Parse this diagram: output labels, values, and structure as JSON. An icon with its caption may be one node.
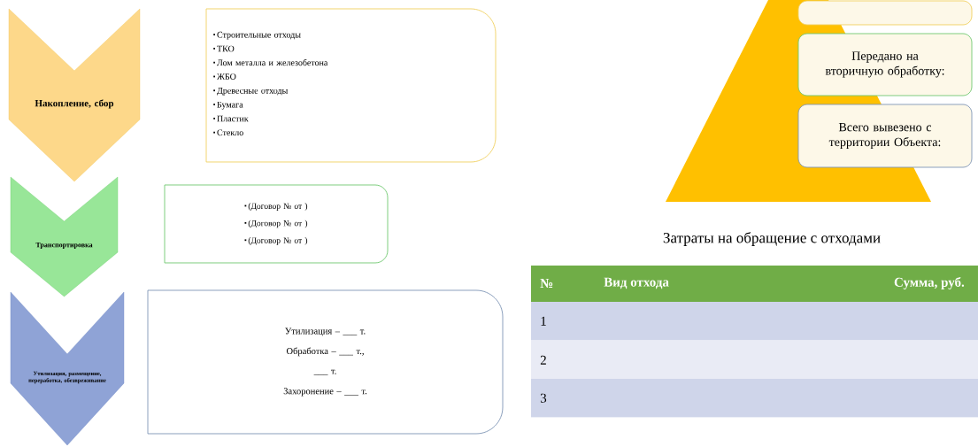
{
  "diagram": {
    "nodes": [
      {
        "text": [
          "Накопление, сбор"
        ]
      },
      {
        "text": [
          "Строительные отходы",
          "ТКО",
          "Лом металла и железобетона",
          "ЖБО",
          "Древесные отходы",
          "Бумага",
          "Пластик",
          "Стекло"
        ]
      },
      {
        "text": [
          "Транспортировка"
        ]
      },
      {
        "text": [
          "(Договор № от )",
          "(Договор № от )",
          "(Договор № от )"
        ]
      },
      {
        "text": [
          "Утилизация, размещение, переработка, обезвреживание"
        ]
      },
      {
        "text": [
          "Утилизация – ___ т.",
          "Обработка – ___ т.,",
          "___ т.",
          "Захоронение – ___ т."
        ]
      },
      {
        "text": [],
        "shape": "triangle"
      },
      {
        "text": [],
        "shape": "box"
      },
      {
        "text": [
          "Передано на вторичную обработку:"
        ]
      },
      {
        "text": [
          "Всего вывезено с территории Объекта:"
        ]
      }
    ],
    "labels": [
      "Затраты на обращение с отходами",
      "№",
      "Вид отхода",
      "Сумма, руб.",
      "1",
      "2",
      "3"
    ]
  }
}
